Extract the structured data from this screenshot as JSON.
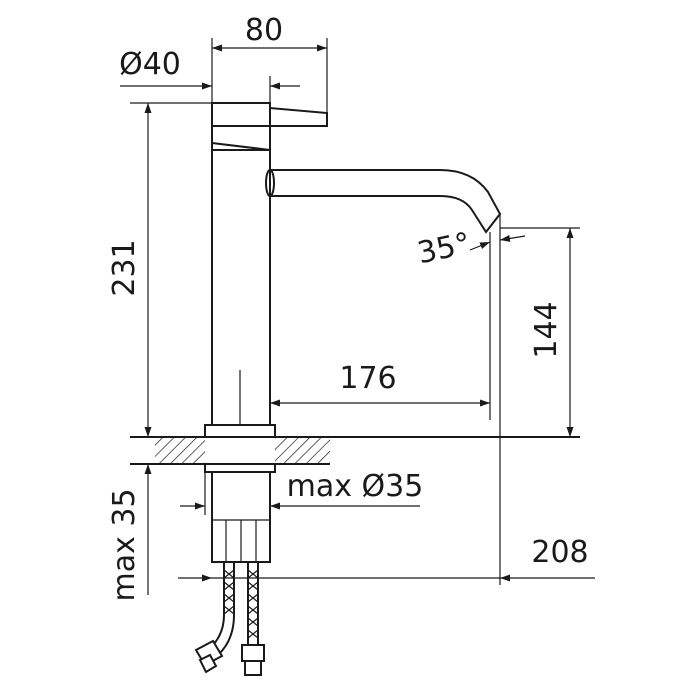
{
  "drawing": {
    "dimensions": {
      "width_80": "80",
      "diameter_40": "Ø40",
      "height_231": "231",
      "angle_35": "35°",
      "height_144": "144",
      "reach_176": "176",
      "max_diameter_35": "max Ø35",
      "max_35": "max 35",
      "reach_208": "208"
    },
    "colors": {
      "line": "#1a1a1a",
      "background": "#ffffff"
    }
  }
}
